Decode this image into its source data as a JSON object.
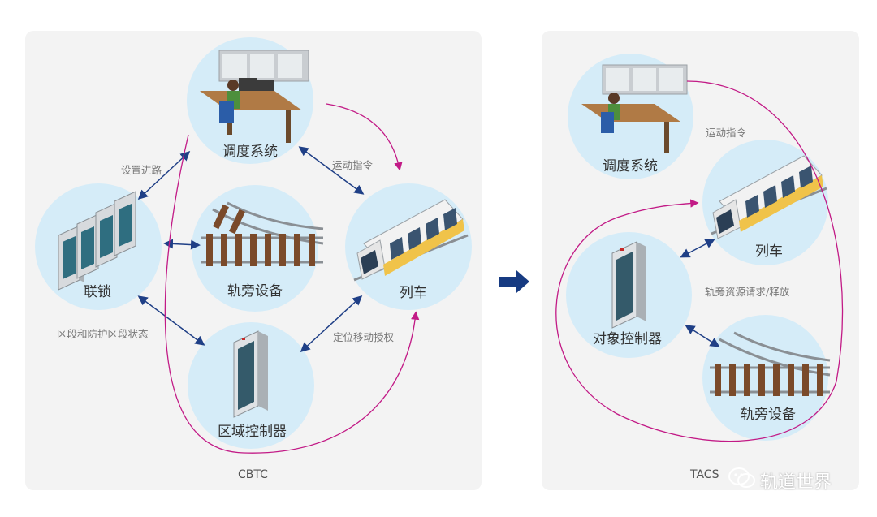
{
  "left_panel": {
    "caption": "CBTC",
    "nodes": {
      "dispatch": "调度系统",
      "interlocking": "联锁",
      "trackside": "轨旁设备",
      "train": "列车",
      "zone_controller": "区域控制器"
    },
    "annotations": {
      "set_route": "设置进路",
      "movement_cmd": "运动指令",
      "section_state": "区段和防护区段状态",
      "movement_authority": "定位移动授权"
    }
  },
  "right_panel": {
    "caption": "TACS",
    "nodes": {
      "dispatch": "调度系统",
      "train": "列车",
      "object_controller": "对象控制器",
      "trackside": "轨旁设备"
    },
    "annotations": {
      "movement_cmd": "运动指令",
      "resource_request": "轨旁资源请求/释放"
    }
  },
  "watermark": "轨道世界",
  "colors": {
    "panel_bg": "#f3f3f3",
    "node_bg": "#d5ecf8",
    "blue_arrow": "#1f3f86",
    "magenta_arrow": "#c21a86",
    "big_arrow": "#173b82"
  },
  "icons": {
    "dispatch": "dispatcher-workstation-icon",
    "interlocking": "server-rack-icon",
    "trackside": "railway-switch-icon",
    "train": "metro-train-icon",
    "controller": "control-cabinet-icon"
  }
}
